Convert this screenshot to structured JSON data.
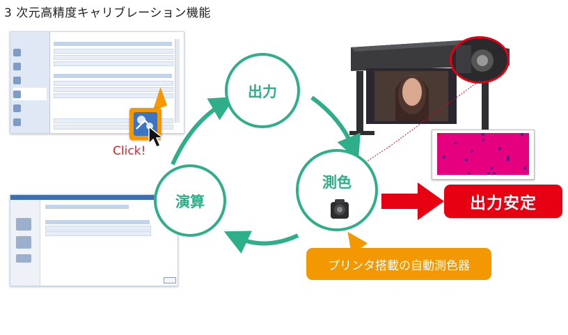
{
  "title": "3 次元高精度キャリブレーション機能",
  "cycle": {
    "output": "出力",
    "measure": "測色",
    "compute": "演算"
  },
  "click_label": "Click!",
  "auto_meter_label": "プリンタ搭載の自動測色器",
  "stable_output_label": "出力安定",
  "colors": {
    "cycle_green": "#2fae8a",
    "callout_orange": "#f39800",
    "result_red": "#e60012",
    "click_red": "#d6262c"
  }
}
